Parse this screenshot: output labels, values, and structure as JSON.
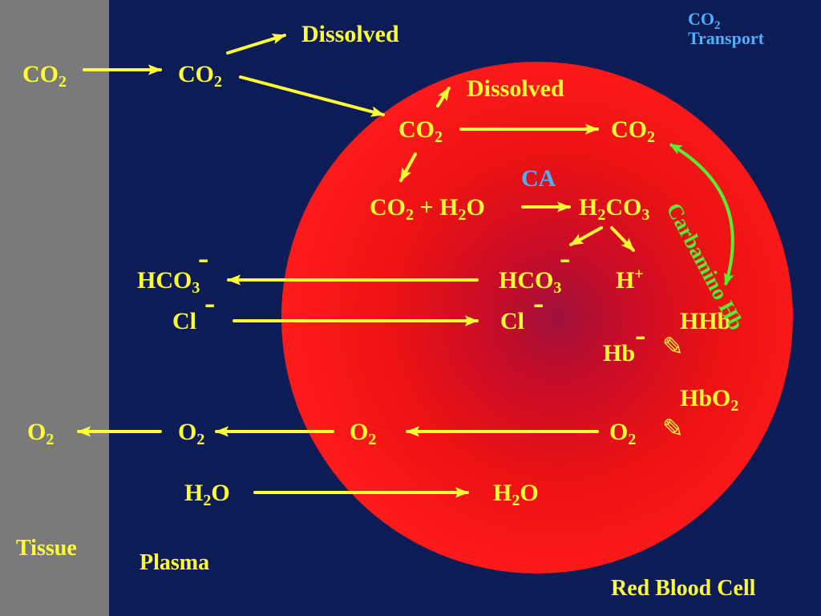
{
  "title": {
    "line1_main": "CO",
    "line1_sub": "2",
    "line2": "Transport"
  },
  "regions": {
    "tissue": "Tissue",
    "plasma": "Plasma",
    "rbc": "Red Blood Cell"
  },
  "labels": {
    "dissolved_plasma": "Dissolved",
    "dissolved_cell": "Dissolved",
    "co2": "CO",
    "sub2": "2",
    "sub3": "3",
    "plus": "+",
    "h2o_h": "H",
    "h2o_o": "O",
    "h2co3_h": "H",
    "h2co3_co": "CO",
    "ca": "CA",
    "hco": "HCO",
    "h": "H",
    "plus_sup": "+",
    "cl": "Cl",
    "minus": "-",
    "hhb": "HHb",
    "hb": "Hb",
    "hbo": "HbO",
    "o": "O",
    "carbamino": "Carbamino Hb"
  },
  "icons": {
    "hand_pointer": "hand-pointer-icon"
  },
  "colors": {
    "text": "#ffff33",
    "title": "#4ab0ff",
    "carbamino": "#55ee33",
    "tissue": "#7a7a7a",
    "plasma": "#0d1c56",
    "rbc": "#ff2020"
  }
}
